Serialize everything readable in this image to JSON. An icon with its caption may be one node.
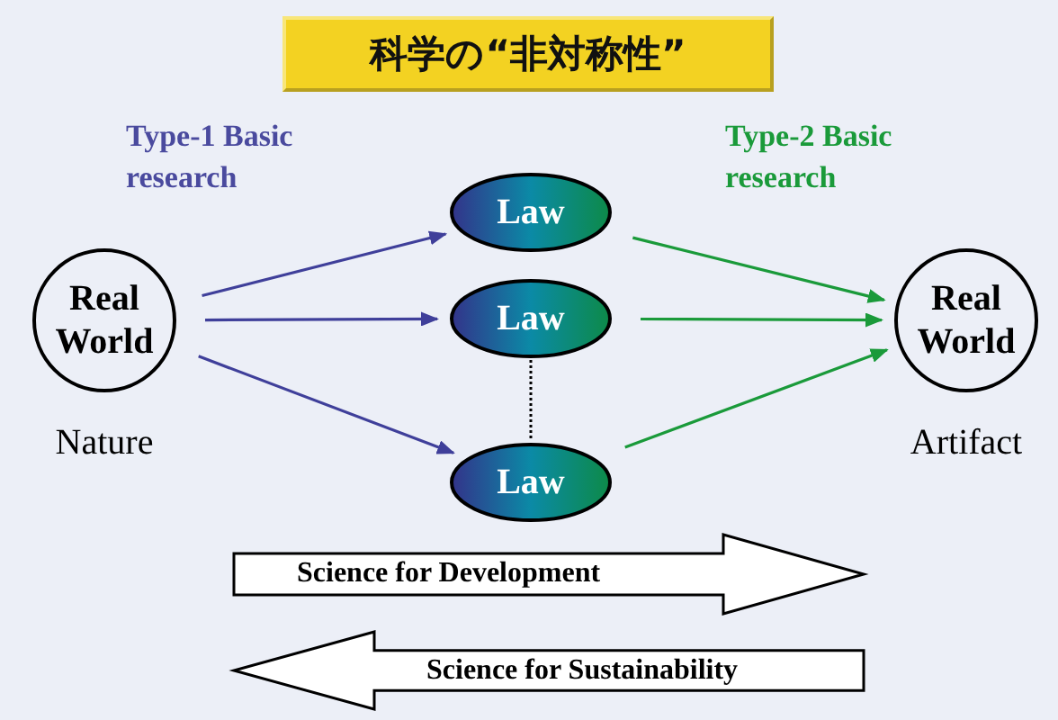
{
  "diagram": {
    "title": "科学の“非対称性”",
    "nodes": [
      {
        "text": [
          "Real World"
        ],
        "beside": [
          "Nature"
        ]
      },
      {
        "text": [
          "Law"
        ]
      },
      {
        "text": [
          "Law"
        ]
      },
      {
        "text": [
          "Law"
        ]
      },
      {
        "text": [
          "Real World"
        ],
        "beside": [
          "Artifact"
        ]
      },
      {
        "text": [
          "Science for Development"
        ]
      },
      {
        "text": [
          "Science for Sustainability"
        ]
      }
    ],
    "edges": [
      {
        "from": 0,
        "to": 1,
        "arrow": "to",
        "color": "#3f3f9a"
      },
      {
        "from": 0,
        "to": 2,
        "arrow": "to",
        "color": "#3f3f9a"
      },
      {
        "from": 0,
        "to": 3,
        "arrow": "to",
        "color": "#3f3f9a"
      },
      {
        "from": 1,
        "to": 4,
        "arrow": "to",
        "color": "#1a9a3a"
      },
      {
        "from": 2,
        "to": 4,
        "arrow": "to",
        "color": "#1a9a3a"
      },
      {
        "from": 3,
        "to": 4,
        "arrow": "to",
        "color": "#1a9a3a"
      },
      {
        "from": 2,
        "to": 3,
        "arrow": "none",
        "style": "dashed",
        "color": "#000000"
      }
    ],
    "labels": [
      "Type-1 Basic research",
      "Type-2 Basic research"
    ]
  }
}
